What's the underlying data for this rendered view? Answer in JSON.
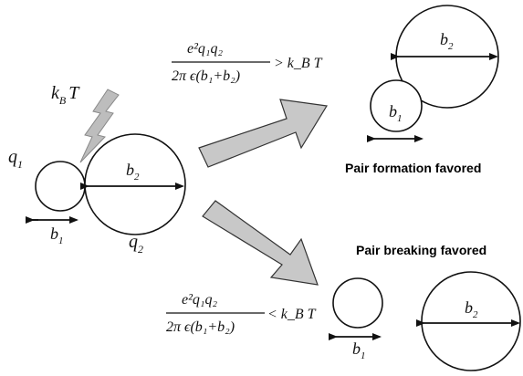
{
  "labels": {
    "kT": {
      "k": "k",
      "sub": "B",
      "T": "T"
    },
    "q1": {
      "q": "q",
      "sub": "1"
    },
    "q2": {
      "q": "q",
      "sub": "2"
    },
    "b1": {
      "b": "b",
      "sub": "1"
    },
    "b2": {
      "b": "b",
      "sub": "2"
    }
  },
  "condition_formation": {
    "numerator": "e²q₁q₂",
    "denominator": "2π ϵ(b₁+b₂)",
    "relation": "> k_B T"
  },
  "condition_breaking": {
    "numerator": "e²q₁q₂",
    "denominator": "2π ϵ(b₁+b₂)",
    "relation": "< k_B T"
  },
  "outcomes": {
    "formation": "Pair formation favored",
    "breaking": "Pair breaking favored"
  },
  "colors": {
    "big_arrow_fill": "#c8c8c8",
    "lightning_fill": "#bdbdbd",
    "stroke": "#111111"
  }
}
